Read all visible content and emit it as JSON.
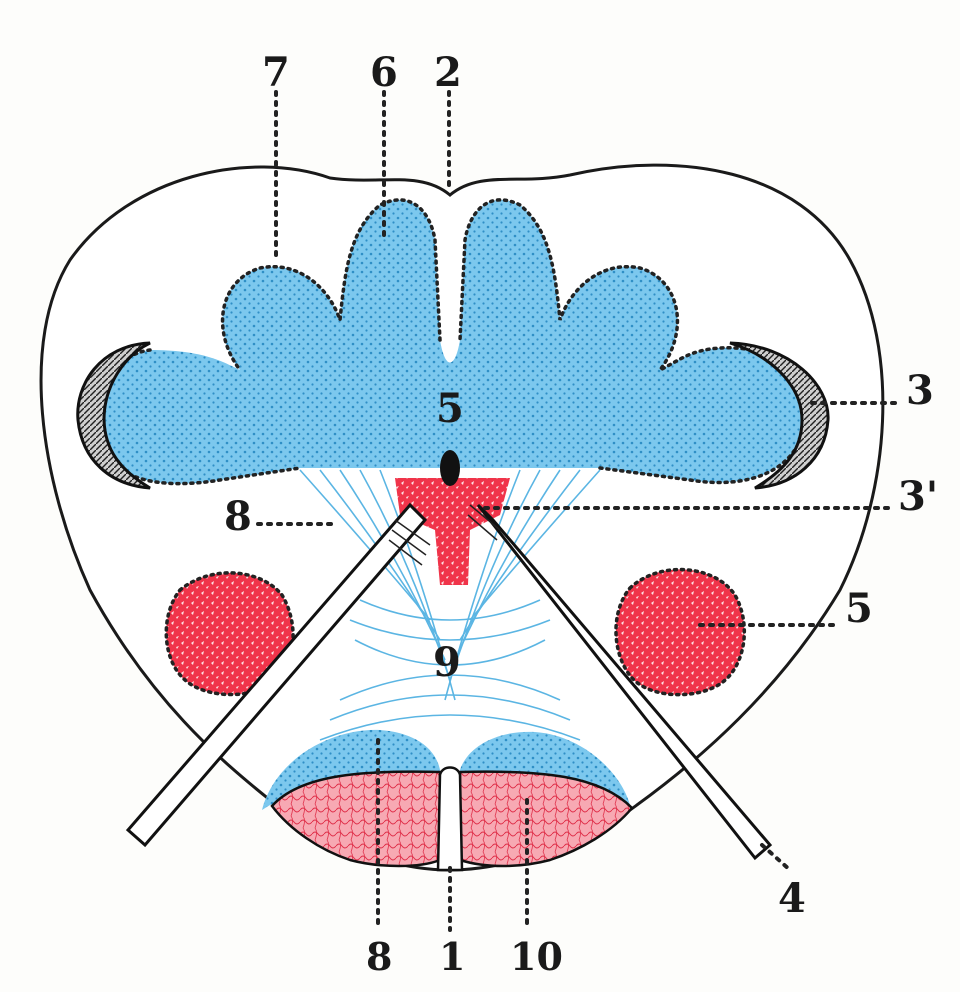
{
  "labels": {
    "l1": "1",
    "l2": "2",
    "l3_right": "3",
    "l3_prime": "3'",
    "l4": "4",
    "l5_center": "5",
    "l5_right": "5",
    "l6": "6",
    "l7": "7",
    "l8_left": "8",
    "l8_bottom": "8",
    "l9": "9",
    "l10": "10"
  },
  "colors": {
    "blue": "#5cb8e6",
    "blue_dark": "#3a9fd4",
    "red": "#f0344a",
    "pink": "#f39aa6",
    "ink": "#1a1a1a"
  }
}
